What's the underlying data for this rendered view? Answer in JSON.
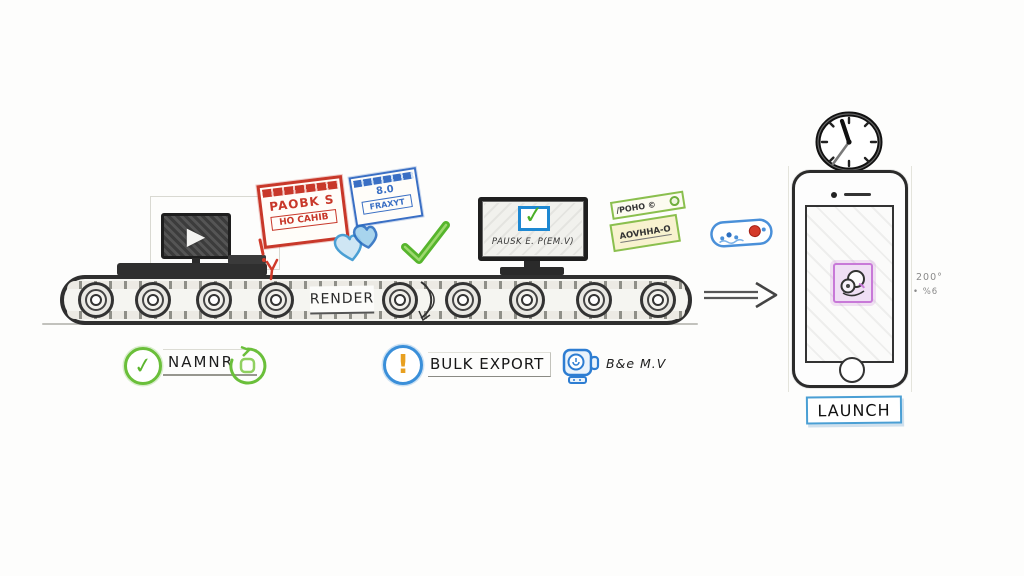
{
  "belt": {
    "render_label": "RENDER"
  },
  "stamps": {
    "red": {
      "line1": "PAOBK S",
      "line2": "HO CAHIB"
    },
    "blue": {
      "line1": "8.0",
      "line2": "FRAXYT"
    }
  },
  "monitor": {
    "caption": "PAUSK E. P(EM.V)"
  },
  "tag": {
    "top_label": "/POHO ©",
    "bottom_label": "AOVHHA-O"
  },
  "footer": {
    "namnr_label": "NAMNR",
    "bulk_export_label": "BULK EXPORT",
    "media_label": "B&e M.V"
  },
  "phone": {
    "launch_label": "LAUNCH",
    "note_line1": "200°",
    "note_line2": "• %6"
  },
  "icons": {
    "play_glyph": "▶",
    "check_glyph": "✓",
    "exclamation_glyph": "!"
  },
  "colors": {
    "ink": "#2b2b2b",
    "stamp_red": "#c8382a",
    "stamp_blue": "#3a6fc4",
    "check_green": "#5cb52e",
    "tag_green": "#8abf4e",
    "toggle_blue": "#4a90d9",
    "app_purple": "#c879d8",
    "launch_blue": "#4a9fd4",
    "alert_orange": "#e8a020"
  }
}
